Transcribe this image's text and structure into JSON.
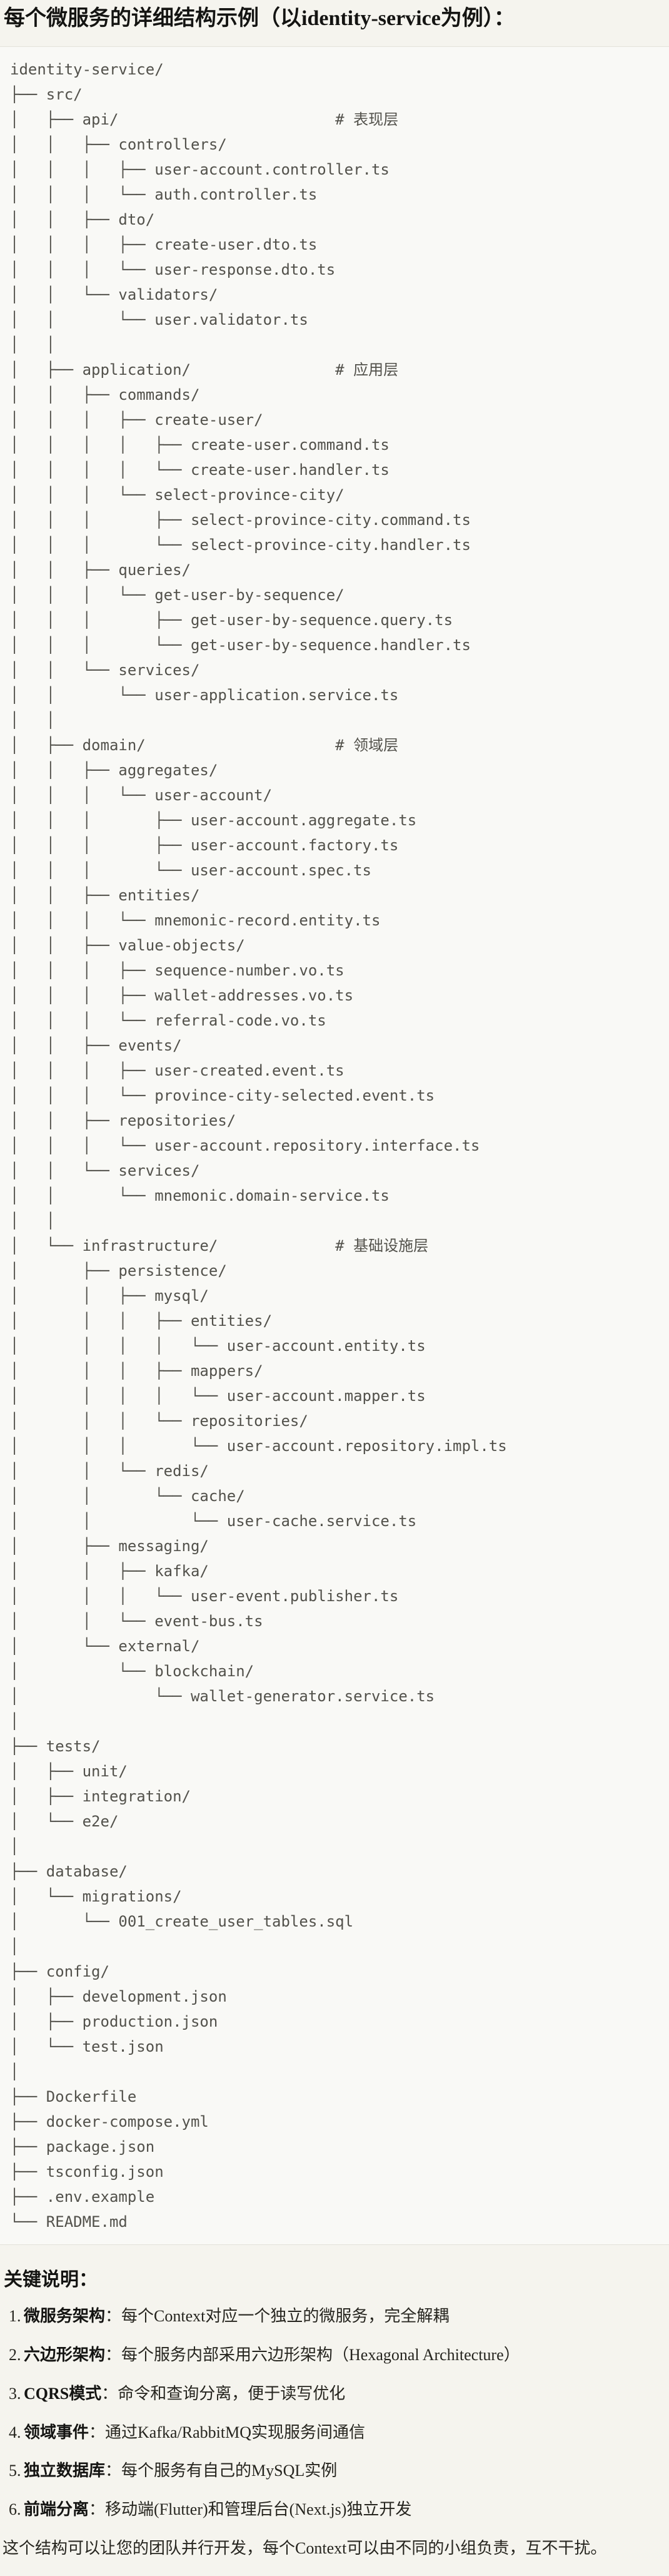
{
  "doc": {
    "title": "每个微服务的详细结构示例（以identity-service为例）：",
    "tree_lines": [
      "identity-service/",
      "├── src/",
      "│   ├── api/                        # 表现层",
      "│   │   ├── controllers/",
      "│   │   │   ├── user-account.controller.ts",
      "│   │   │   └── auth.controller.ts",
      "│   │   ├── dto/",
      "│   │   │   ├── create-user.dto.ts",
      "│   │   │   └── user-response.dto.ts",
      "│   │   └── validators/",
      "│   │       └── user.validator.ts",
      "│   │",
      "│   ├── application/                # 应用层",
      "│   │   ├── commands/",
      "│   │   │   ├── create-user/",
      "│   │   │   │   ├── create-user.command.ts",
      "│   │   │   │   └── create-user.handler.ts",
      "│   │   │   └── select-province-city/",
      "│   │   │       ├── select-province-city.command.ts",
      "│   │   │       └── select-province-city.handler.ts",
      "│   │   ├── queries/",
      "│   │   │   └── get-user-by-sequence/",
      "│   │   │       ├── get-user-by-sequence.query.ts",
      "│   │   │       └── get-user-by-sequence.handler.ts",
      "│   │   └── services/",
      "│   │       └── user-application.service.ts",
      "│   │",
      "│   ├── domain/                     # 领域层",
      "│   │   ├── aggregates/",
      "│   │   │   └── user-account/",
      "│   │   │       ├── user-account.aggregate.ts",
      "│   │   │       ├── user-account.factory.ts",
      "│   │   │       └── user-account.spec.ts",
      "│   │   ├── entities/",
      "│   │   │   └── mnemonic-record.entity.ts",
      "│   │   ├── value-objects/",
      "│   │   │   ├── sequence-number.vo.ts",
      "│   │   │   ├── wallet-addresses.vo.ts",
      "│   │   │   └── referral-code.vo.ts",
      "│   │   ├── events/",
      "│   │   │   ├── user-created.event.ts",
      "│   │   │   └── province-city-selected.event.ts",
      "│   │   ├── repositories/",
      "│   │   │   └── user-account.repository.interface.ts",
      "│   │   └── services/",
      "│   │       └── mnemonic.domain-service.ts",
      "│   │",
      "│   └── infrastructure/             # 基础设施层",
      "│       ├── persistence/",
      "│       │   ├── mysql/",
      "│       │   │   ├── entities/",
      "│       │   │   │   └── user-account.entity.ts",
      "│       │   │   ├── mappers/",
      "│       │   │   │   └── user-account.mapper.ts",
      "│       │   │   └── repositories/",
      "│       │   │       └── user-account.repository.impl.ts",
      "│       │   └── redis/",
      "│       │       └── cache/",
      "│       │           └── user-cache.service.ts",
      "│       ├── messaging/",
      "│       │   ├── kafka/",
      "│       │   │   └── user-event.publisher.ts",
      "│       │   └── event-bus.ts",
      "│       └── external/",
      "│           └── blockchain/",
      "│               └── wallet-generator.service.ts",
      "│",
      "├── tests/",
      "│   ├── unit/",
      "│   ├── integration/",
      "│   └── e2e/",
      "│",
      "├── database/",
      "│   └── migrations/",
      "│       └── 001_create_user_tables.sql",
      "│",
      "├── config/",
      "│   ├── development.json",
      "│   ├── production.json",
      "│   └── test.json",
      "│",
      "├── Dockerfile",
      "├── docker-compose.yml",
      "├── package.json",
      "├── tsconfig.json",
      "├── .env.example",
      "└── README.md"
    ],
    "notes_heading": "关键说明：",
    "notes": [
      {
        "num": "1.",
        "term": "微服务架构",
        "desc": "：每个Context对应一个独立的微服务，完全解耦"
      },
      {
        "num": "2.",
        "term": "六边形架构",
        "desc": "：每个服务内部采用六边形架构（Hexagonal Architecture）"
      },
      {
        "num": "3.",
        "term": "CQRS模式",
        "desc": "：命令和查询分离，便于读写优化"
      },
      {
        "num": "4.",
        "term": "领域事件",
        "desc": "：通过Kafka/RabbitMQ实现服务间通信"
      },
      {
        "num": "5.",
        "term": "独立数据库",
        "desc": "：每个服务有自己的MySQL实例"
      },
      {
        "num": "6.",
        "term": "前端分离",
        "desc": "：移动端(Flutter)和管理后台(Next.js)独立开发"
      }
    ],
    "closing": "这个结构可以让您的团队并行开发，每个Context可以由不同的小组负责，互不干扰。"
  },
  "colors": {
    "page_background": "#f5f4ee",
    "code_block_background": "#f9f9f6",
    "code_block_border": "#e3e2da",
    "tree_text": "#52514b",
    "heading_text": "#141412",
    "body_text": "#26251f"
  }
}
